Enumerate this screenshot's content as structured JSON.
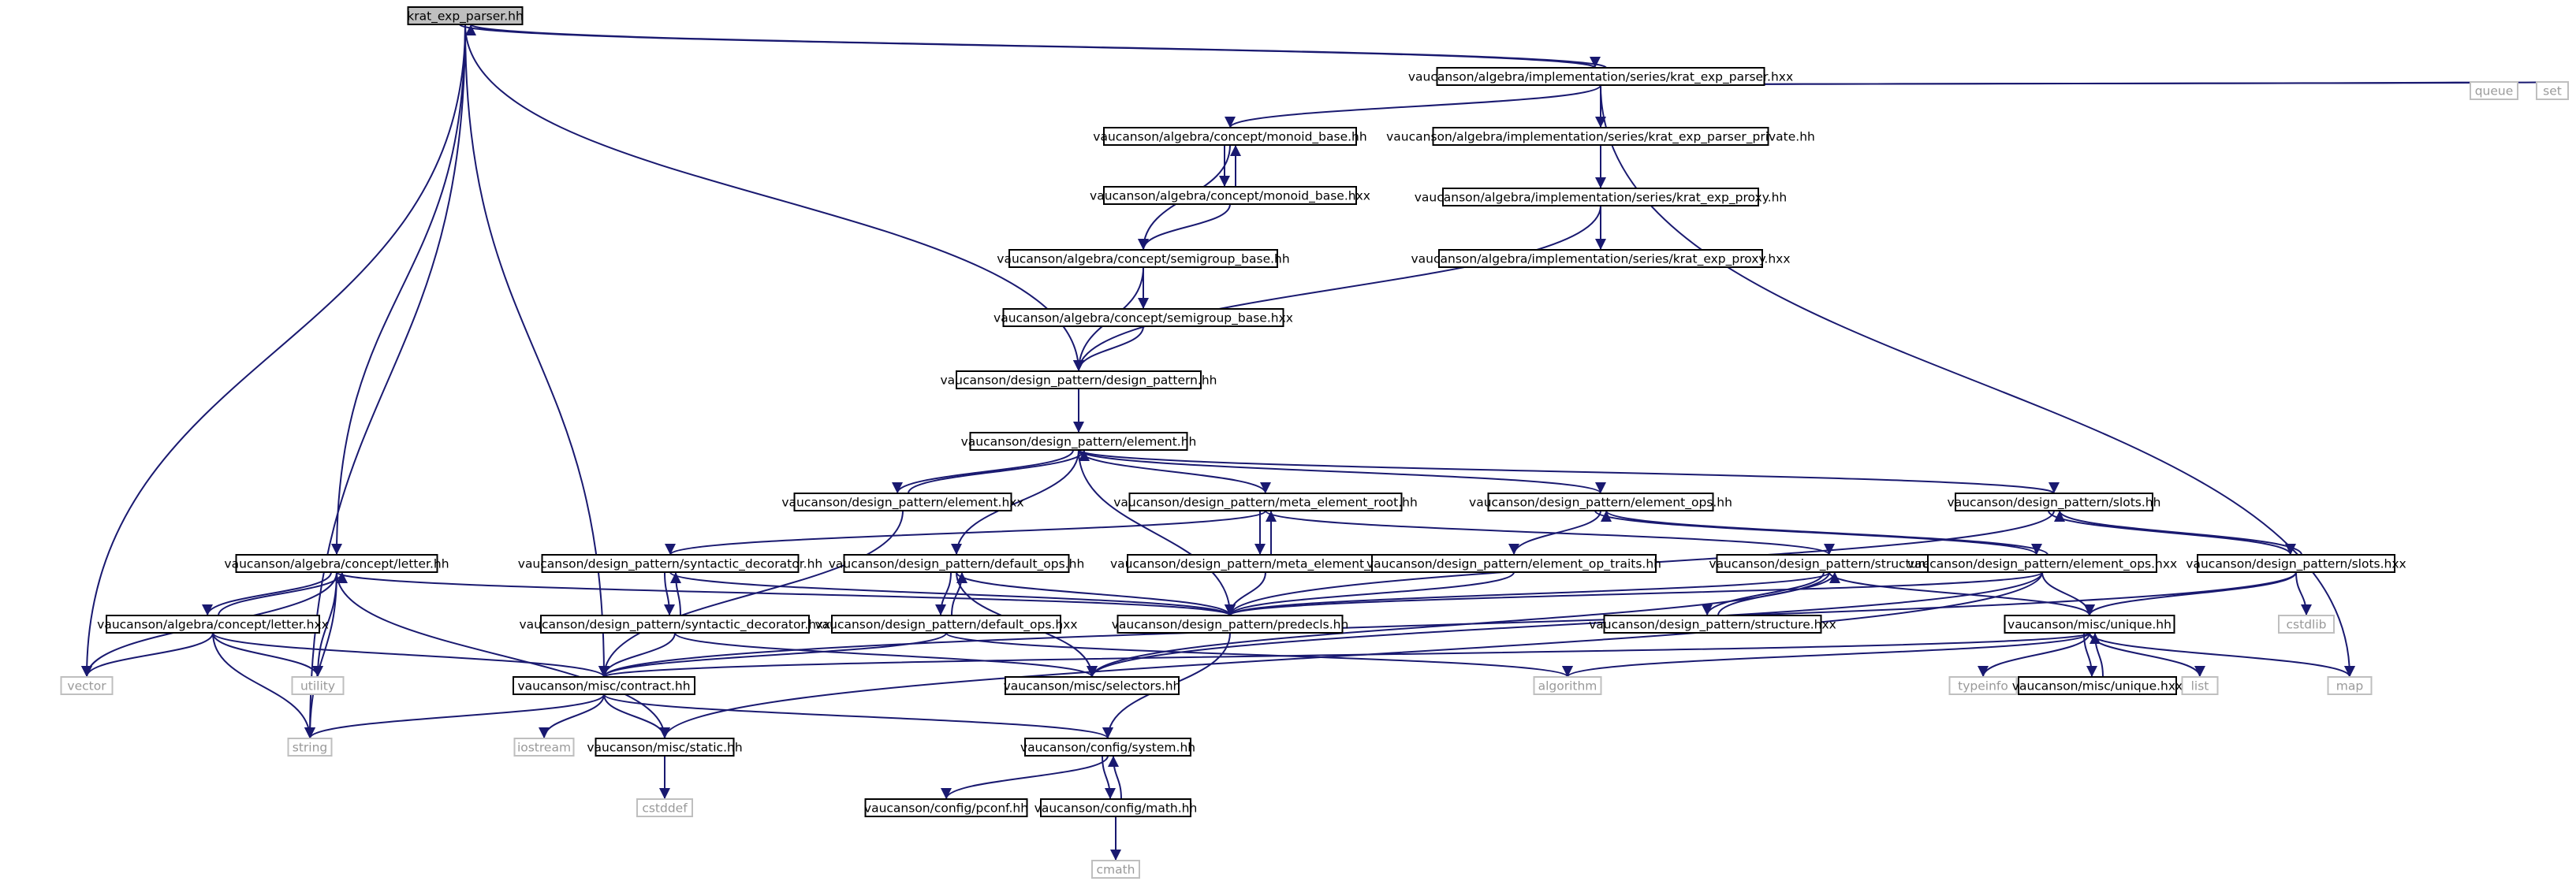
{
  "colors": {
    "edge": "#191970",
    "box_border": "#000000",
    "external_border": "#bfbfbf",
    "root_fill": "#bfbfbf",
    "text": "#000000",
    "external_text": "#999999"
  },
  "nodes": [
    {
      "id": "root",
      "label": "krat_exp_parser.hh",
      "kind": "root"
    },
    {
      "id": "kep_hxx",
      "label": "vaucanson/algebra/implementation/series/krat_exp_parser.hxx",
      "kind": "file"
    },
    {
      "id": "queue",
      "label": "queue",
      "kind": "external"
    },
    {
      "id": "set",
      "label": "set",
      "kind": "external"
    },
    {
      "id": "monoid_hh",
      "label": "vaucanson/algebra/concept/monoid_base.hh",
      "kind": "file"
    },
    {
      "id": "kep_priv",
      "label": "vaucanson/algebra/implementation/series/krat_exp_parser_private.hh",
      "kind": "file"
    },
    {
      "id": "monoid_hxx",
      "label": "vaucanson/algebra/concept/monoid_base.hxx",
      "kind": "file"
    },
    {
      "id": "proxy_hh",
      "label": "vaucanson/algebra/implementation/series/krat_exp_proxy.hh",
      "kind": "file"
    },
    {
      "id": "semi_hh",
      "label": "vaucanson/algebra/concept/semigroup_base.hh",
      "kind": "file"
    },
    {
      "id": "proxy_hxx",
      "label": "vaucanson/algebra/implementation/series/krat_exp_proxy.hxx",
      "kind": "file"
    },
    {
      "id": "semi_hxx",
      "label": "vaucanson/algebra/concept/semigroup_base.hxx",
      "kind": "file"
    },
    {
      "id": "dp_hh",
      "label": "vaucanson/design_pattern/design_pattern.hh",
      "kind": "file"
    },
    {
      "id": "el_hh",
      "label": "vaucanson/design_pattern/element.hh",
      "kind": "file"
    },
    {
      "id": "el_hxx",
      "label": "vaucanson/design_pattern/element.hxx",
      "kind": "file"
    },
    {
      "id": "mer_hh",
      "label": "vaucanson/design_pattern/meta_element_root.hh",
      "kind": "file"
    },
    {
      "id": "eops_hh",
      "label": "vaucanson/design_pattern/element_ops.hh",
      "kind": "file"
    },
    {
      "id": "slots_hh",
      "label": "vaucanson/design_pattern/slots.hh",
      "kind": "file"
    },
    {
      "id": "letter_hh",
      "label": "vaucanson/algebra/concept/letter.hh",
      "kind": "file"
    },
    {
      "id": "sd_hh",
      "label": "vaucanson/design_pattern/syntactic_decorator.hh",
      "kind": "file"
    },
    {
      "id": "dops_hh",
      "label": "vaucanson/design_pattern/default_ops.hh",
      "kind": "file"
    },
    {
      "id": "mer_hxx",
      "label": "vaucanson/design_pattern/meta_element_root.hxx",
      "kind": "file"
    },
    {
      "id": "eotr_hh",
      "label": "vaucanson/design_pattern/element_op_traits.hh",
      "kind": "file"
    },
    {
      "id": "struct_hh",
      "label": "vaucanson/design_pattern/structure.hh",
      "kind": "file"
    },
    {
      "id": "eops_hxx",
      "label": "vaucanson/design_pattern/element_ops.hxx",
      "kind": "file"
    },
    {
      "id": "slots_hxx",
      "label": "vaucanson/design_pattern/slots.hxx",
      "kind": "file"
    },
    {
      "id": "letter_hxx",
      "label": "vaucanson/algebra/concept/letter.hxx",
      "kind": "file"
    },
    {
      "id": "sd_hxx",
      "label": "vaucanson/design_pattern/syntactic_decorator.hxx",
      "kind": "file"
    },
    {
      "id": "dops_hxx",
      "label": "vaucanson/design_pattern/default_ops.hxx",
      "kind": "file"
    },
    {
      "id": "predecls",
      "label": "vaucanson/design_pattern/predecls.hh",
      "kind": "file"
    },
    {
      "id": "struct_hxx",
      "label": "vaucanson/design_pattern/structure.hxx",
      "kind": "file"
    },
    {
      "id": "unique_hh",
      "label": "vaucanson/misc/unique.hh",
      "kind": "file"
    },
    {
      "id": "cstdlib",
      "label": "cstdlib",
      "kind": "external"
    },
    {
      "id": "vector",
      "label": "vector",
      "kind": "external"
    },
    {
      "id": "utility",
      "label": "utility",
      "kind": "external"
    },
    {
      "id": "contract",
      "label": "vaucanson/misc/contract.hh",
      "kind": "file"
    },
    {
      "id": "selectors",
      "label": "vaucanson/misc/selectors.hh",
      "kind": "file"
    },
    {
      "id": "algorithm",
      "label": "algorithm",
      "kind": "external"
    },
    {
      "id": "typeinfo",
      "label": "typeinfo",
      "kind": "external"
    },
    {
      "id": "unique_hxx",
      "label": "vaucanson/misc/unique.hxx",
      "kind": "file"
    },
    {
      "id": "list",
      "label": "list",
      "kind": "external"
    },
    {
      "id": "map",
      "label": "map",
      "kind": "external"
    },
    {
      "id": "string",
      "label": "string",
      "kind": "external"
    },
    {
      "id": "iostream",
      "label": "iostream",
      "kind": "external"
    },
    {
      "id": "static",
      "label": "vaucanson/misc/static.hh",
      "kind": "file"
    },
    {
      "id": "system",
      "label": "vaucanson/config/system.hh",
      "kind": "file"
    },
    {
      "id": "cstddef",
      "label": "cstddef",
      "kind": "external"
    },
    {
      "id": "pconf",
      "label": "vaucanson/config/pconf.hh",
      "kind": "file"
    },
    {
      "id": "math",
      "label": "vaucanson/config/math.hh",
      "kind": "file"
    },
    {
      "id": "cmath",
      "label": "cmath",
      "kind": "external"
    }
  ],
  "edges": [
    [
      "root",
      "kep_hxx"
    ],
    [
      "kep_hxx",
      "root"
    ],
    [
      "root",
      "string"
    ],
    [
      "root",
      "vector"
    ],
    [
      "root",
      "letter_hh"
    ],
    [
      "root",
      "contract"
    ],
    [
      "root",
      "dp_hh"
    ],
    [
      "kep_hxx",
      "monoid_hh"
    ],
    [
      "kep_hxx",
      "kep_priv"
    ],
    [
      "kep_hxx",
      "queue"
    ],
    [
      "kep_hxx",
      "set"
    ],
    [
      "kep_hxx",
      "map"
    ],
    [
      "monoid_hh",
      "monoid_hxx"
    ],
    [
      "monoid_hxx",
      "monoid_hh"
    ],
    [
      "monoid_hh",
      "semi_hh"
    ],
    [
      "monoid_hxx",
      "semi_hh"
    ],
    [
      "kep_priv",
      "proxy_hh"
    ],
    [
      "proxy_hh",
      "proxy_hxx"
    ],
    [
      "proxy_hh",
      "dp_hh"
    ],
    [
      "semi_hh",
      "semi_hxx"
    ],
    [
      "semi_hh",
      "dp_hh"
    ],
    [
      "semi_hxx",
      "dp_hh"
    ],
    [
      "dp_hh",
      "el_hh"
    ],
    [
      "el_hh",
      "el_hxx"
    ],
    [
      "el_hxx",
      "el_hh"
    ],
    [
      "el_hh",
      "mer_hh"
    ],
    [
      "el_hh",
      "eops_hh"
    ],
    [
      "el_hh",
      "slots_hh"
    ],
    [
      "el_hh",
      "dops_hh"
    ],
    [
      "el_hh",
      "predecls"
    ],
    [
      "el_hxx",
      "contract"
    ],
    [
      "mer_hh",
      "mer_hxx"
    ],
    [
      "mer_hxx",
      "mer_hh"
    ],
    [
      "mer_hh",
      "sd_hh"
    ],
    [
      "mer_hh",
      "struct_hh"
    ],
    [
      "eops_hh",
      "eotr_hh"
    ],
    [
      "eops_hh",
      "eops_hxx"
    ],
    [
      "eops_hxx",
      "eops_hh"
    ],
    [
      "slots_hh",
      "slots_hxx"
    ],
    [
      "slots_hxx",
      "slots_hh"
    ],
    [
      "slots_hh",
      "predecls"
    ],
    [
      "letter_hh",
      "letter_hxx"
    ],
    [
      "letter_hxx",
      "letter_hh"
    ],
    [
      "letter_hh",
      "vector"
    ],
    [
      "letter_hh",
      "utility"
    ],
    [
      "letter_hh",
      "string"
    ],
    [
      "letter_hh",
      "static"
    ],
    [
      "letter_hh",
      "predecls"
    ],
    [
      "letter_hxx",
      "vector"
    ],
    [
      "letter_hxx",
      "utility"
    ],
    [
      "letter_hxx",
      "string"
    ],
    [
      "letter_hxx",
      "contract"
    ],
    [
      "sd_hh",
      "sd_hxx"
    ],
    [
      "sd_hxx",
      "sd_hh"
    ],
    [
      "sd_hh",
      "predecls"
    ],
    [
      "sd_hxx",
      "contract"
    ],
    [
      "sd_hxx",
      "selectors"
    ],
    [
      "dops_hh",
      "dops_hxx"
    ],
    [
      "dops_hxx",
      "dops_hh"
    ],
    [
      "dops_hh",
      "predecls"
    ],
    [
      "dops_hh",
      "selectors"
    ],
    [
      "dops_hxx",
      "contract"
    ],
    [
      "dops_hxx",
      "algorithm"
    ],
    [
      "mer_hxx",
      "predecls"
    ],
    [
      "eotr_hh",
      "predecls"
    ],
    [
      "struct_hh",
      "predecls"
    ],
    [
      "struct_hh",
      "struct_hxx"
    ],
    [
      "struct_hxx",
      "struct_hh"
    ],
    [
      "struct_hh",
      "unique_hh"
    ],
    [
      "struct_hh",
      "selectors"
    ],
    [
      "eops_hxx",
      "predecls"
    ],
    [
      "eops_hxx",
      "unique_hh"
    ],
    [
      "eops_hxx",
      "selectors"
    ],
    [
      "eops_hxx",
      "static"
    ],
    [
      "slots_hxx",
      "unique_hh"
    ],
    [
      "slots_hxx",
      "cstdlib"
    ],
    [
      "slots_hxx",
      "contract"
    ],
    [
      "predecls",
      "system"
    ],
    [
      "unique_hh",
      "typeinfo"
    ],
    [
      "unique_hh",
      "unique_hxx"
    ],
    [
      "unique_hxx",
      "unique_hh"
    ],
    [
      "unique_hh",
      "list"
    ],
    [
      "unique_hh",
      "map"
    ],
    [
      "unique_hh",
      "algorithm"
    ],
    [
      "unique_hh",
      "contract"
    ],
    [
      "contract",
      "string"
    ],
    [
      "contract",
      "iostream"
    ],
    [
      "contract",
      "static"
    ],
    [
      "contract",
      "system"
    ],
    [
      "static",
      "cstddef"
    ],
    [
      "system",
      "pconf"
    ],
    [
      "system",
      "math"
    ],
    [
      "math",
      "system"
    ],
    [
      "math",
      "cmath"
    ]
  ]
}
